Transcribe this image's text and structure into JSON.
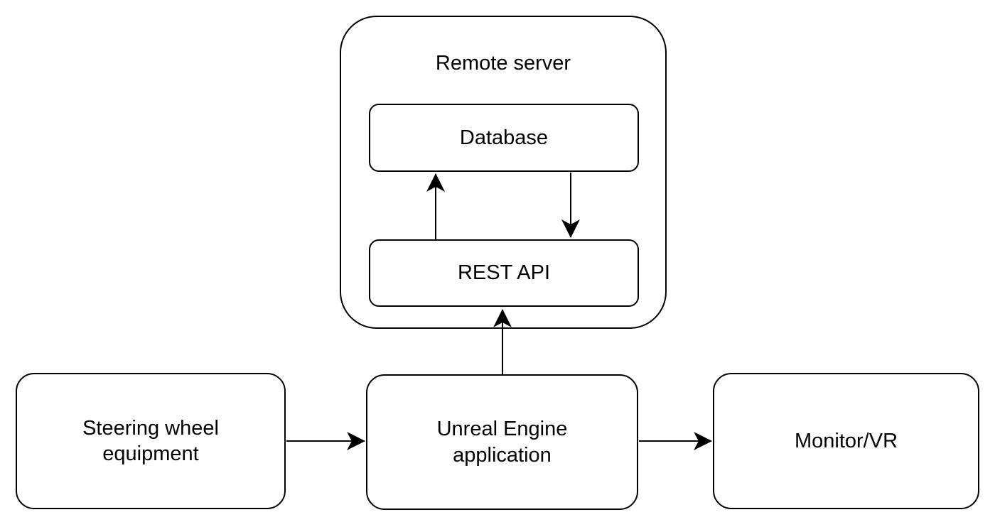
{
  "diagram": {
    "background_color": "#ffffff",
    "stroke_color": "#000000",
    "fill_color": "#ffffff",
    "nodes": {
      "remote_server": {
        "label": "Remote server",
        "type": "container"
      },
      "database": {
        "label": "Database",
        "type": "box"
      },
      "rest_api": {
        "label": "REST API",
        "type": "box"
      },
      "steering_wheel": {
        "label": "Steering wheel\nequipment",
        "type": "box"
      },
      "unreal_engine": {
        "label": "Unreal Engine\napplication",
        "type": "box"
      },
      "monitor_vr": {
        "label": "Monitor/VR",
        "type": "box"
      }
    },
    "edges": [
      {
        "from": "rest_api",
        "to": "database",
        "arrow": "up"
      },
      {
        "from": "database",
        "to": "rest_api",
        "arrow": "down"
      },
      {
        "from": "unreal_engine",
        "to": "rest_api",
        "arrow": "up"
      },
      {
        "from": "steering_wheel",
        "to": "unreal_engine",
        "arrow": "right"
      },
      {
        "from": "unreal_engine",
        "to": "monitor_vr",
        "arrow": "right"
      }
    ]
  }
}
